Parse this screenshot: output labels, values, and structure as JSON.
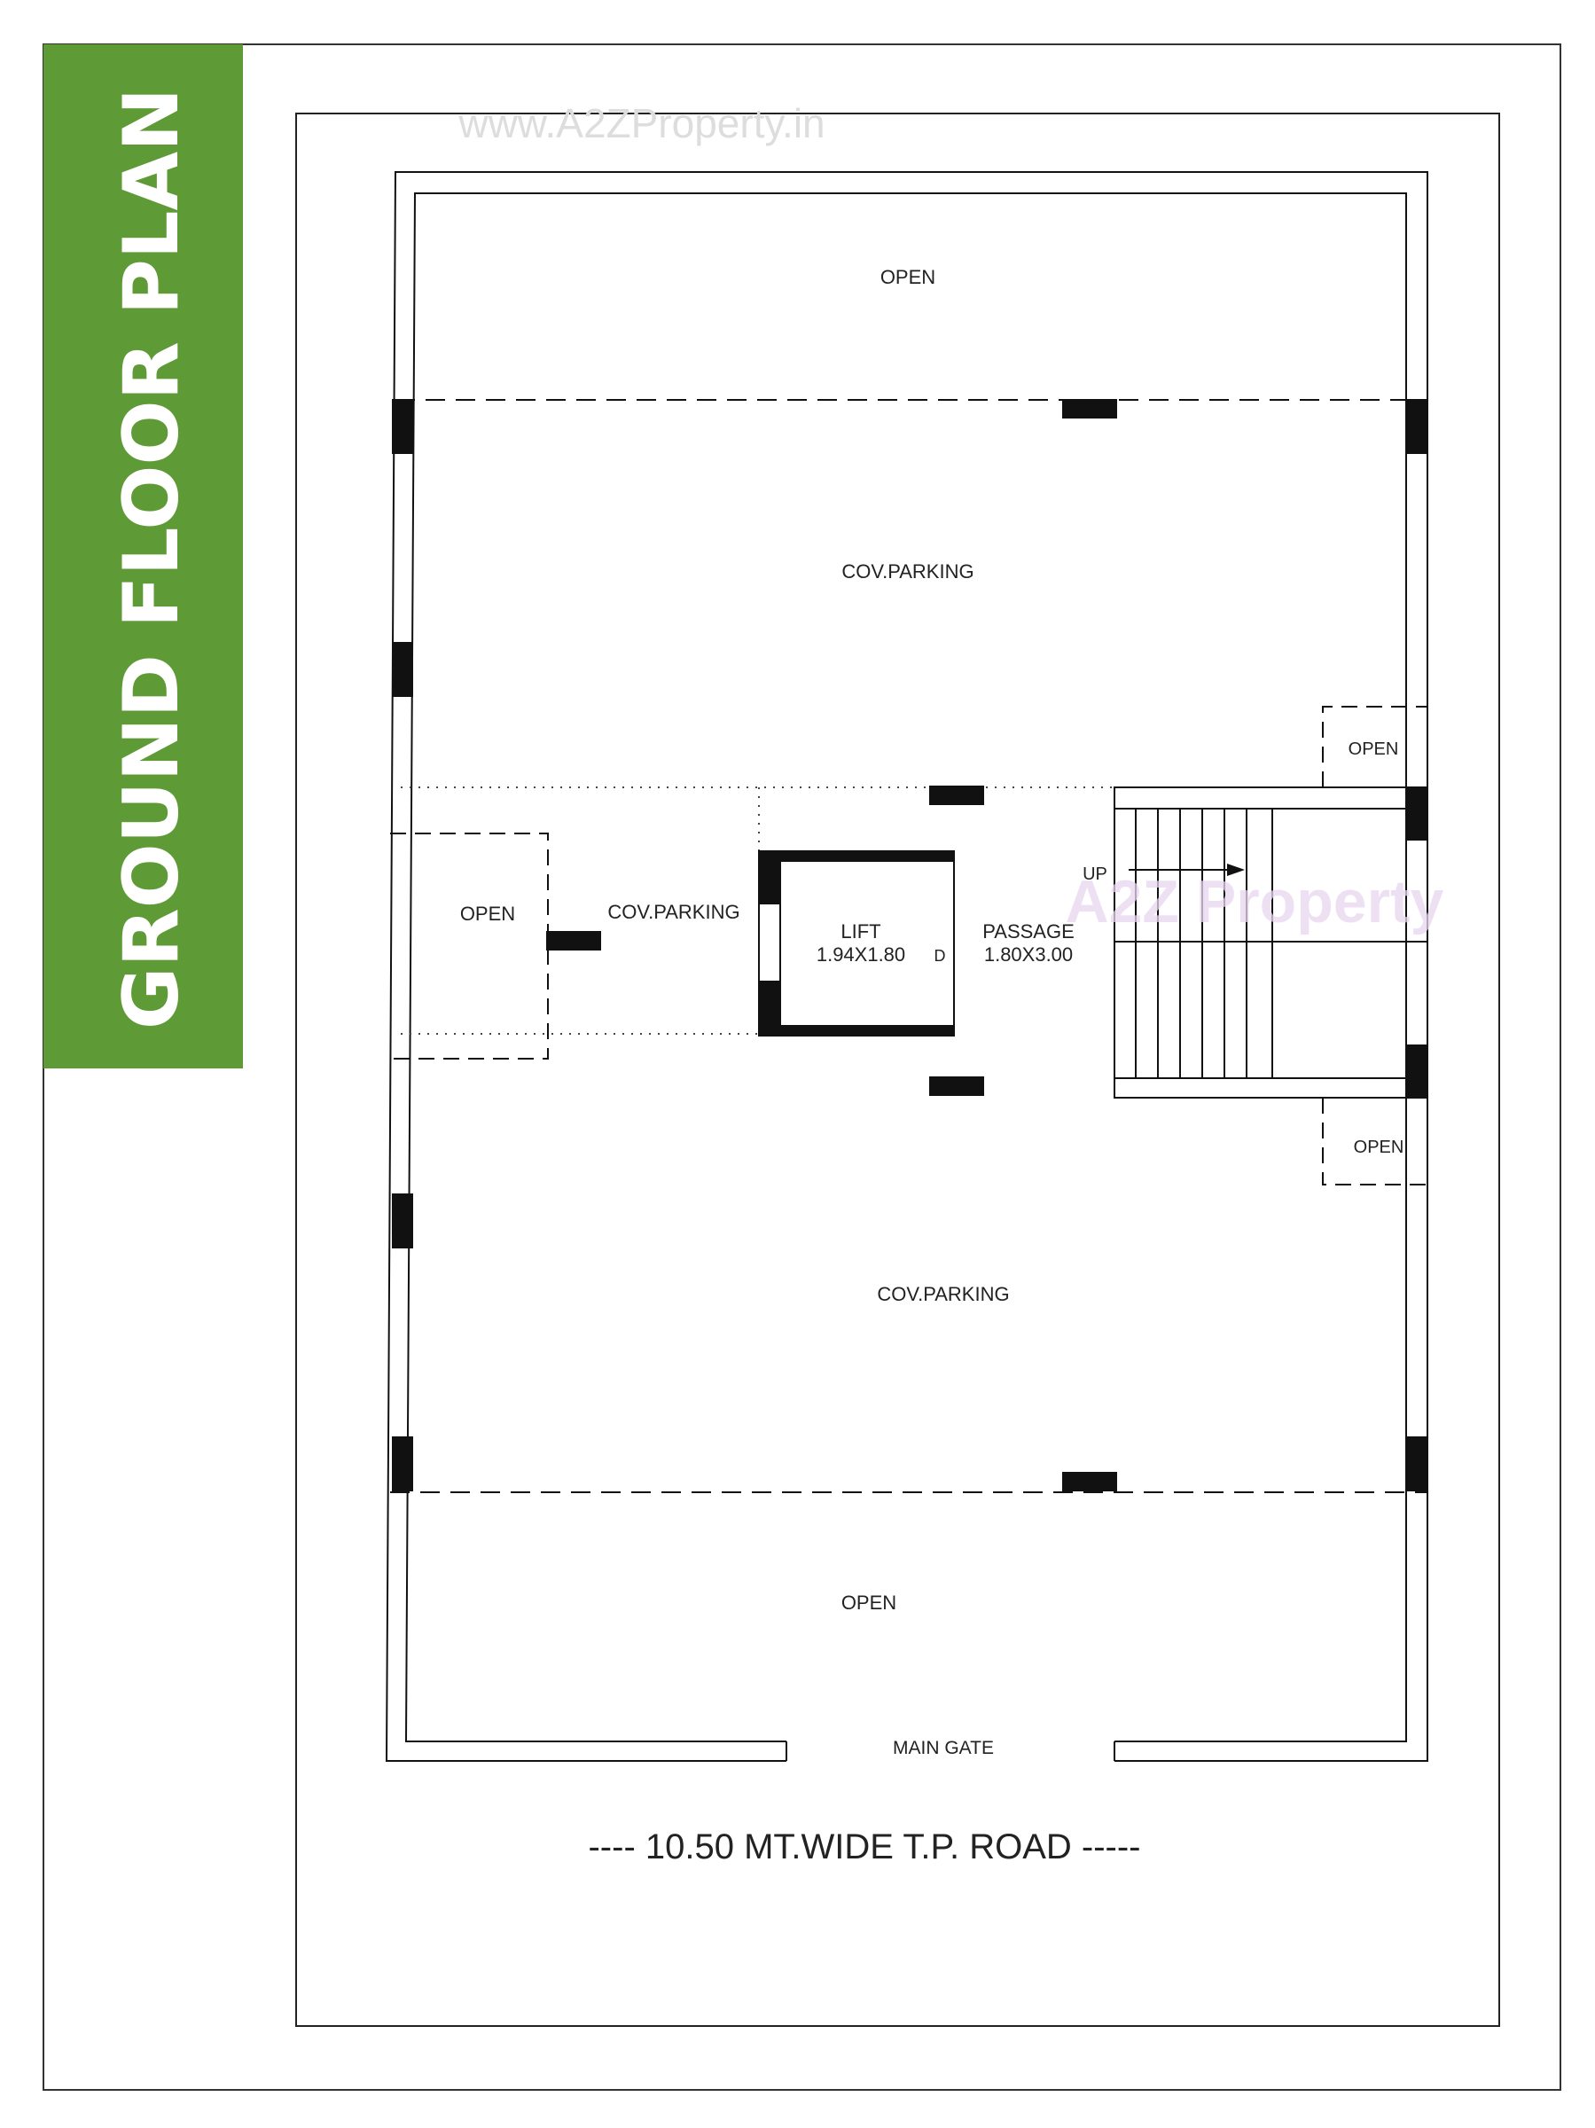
{
  "title": "GROUND FLOOR PLAN",
  "watermark_url": "www.A2ZProperty.in",
  "watermark_logo": "A2Z Property",
  "rooms": {
    "open_top": "OPEN",
    "cov_parking_top": "COV.PARKING",
    "open_right_upper": "OPEN",
    "open_left": "OPEN",
    "cov_parking_mid": "COV.PARKING",
    "lift_name": "LIFT",
    "lift_size": "1.94X1.80",
    "door_mark": "D",
    "passage_name": "PASSAGE",
    "passage_size": "1.80X3.00",
    "stair_up": "UP",
    "open_right_lower": "OPEN",
    "cov_parking_bottom": "COV.PARKING",
    "open_bottom": "OPEN",
    "main_gate": "MAIN GATE"
  },
  "road": "---- 10.50 MT.WIDE T.P. ROAD -----",
  "colors": {
    "banner": "#5e9a35",
    "wall": "#111111",
    "column": "#111111",
    "watermark": "#dddddd"
  }
}
